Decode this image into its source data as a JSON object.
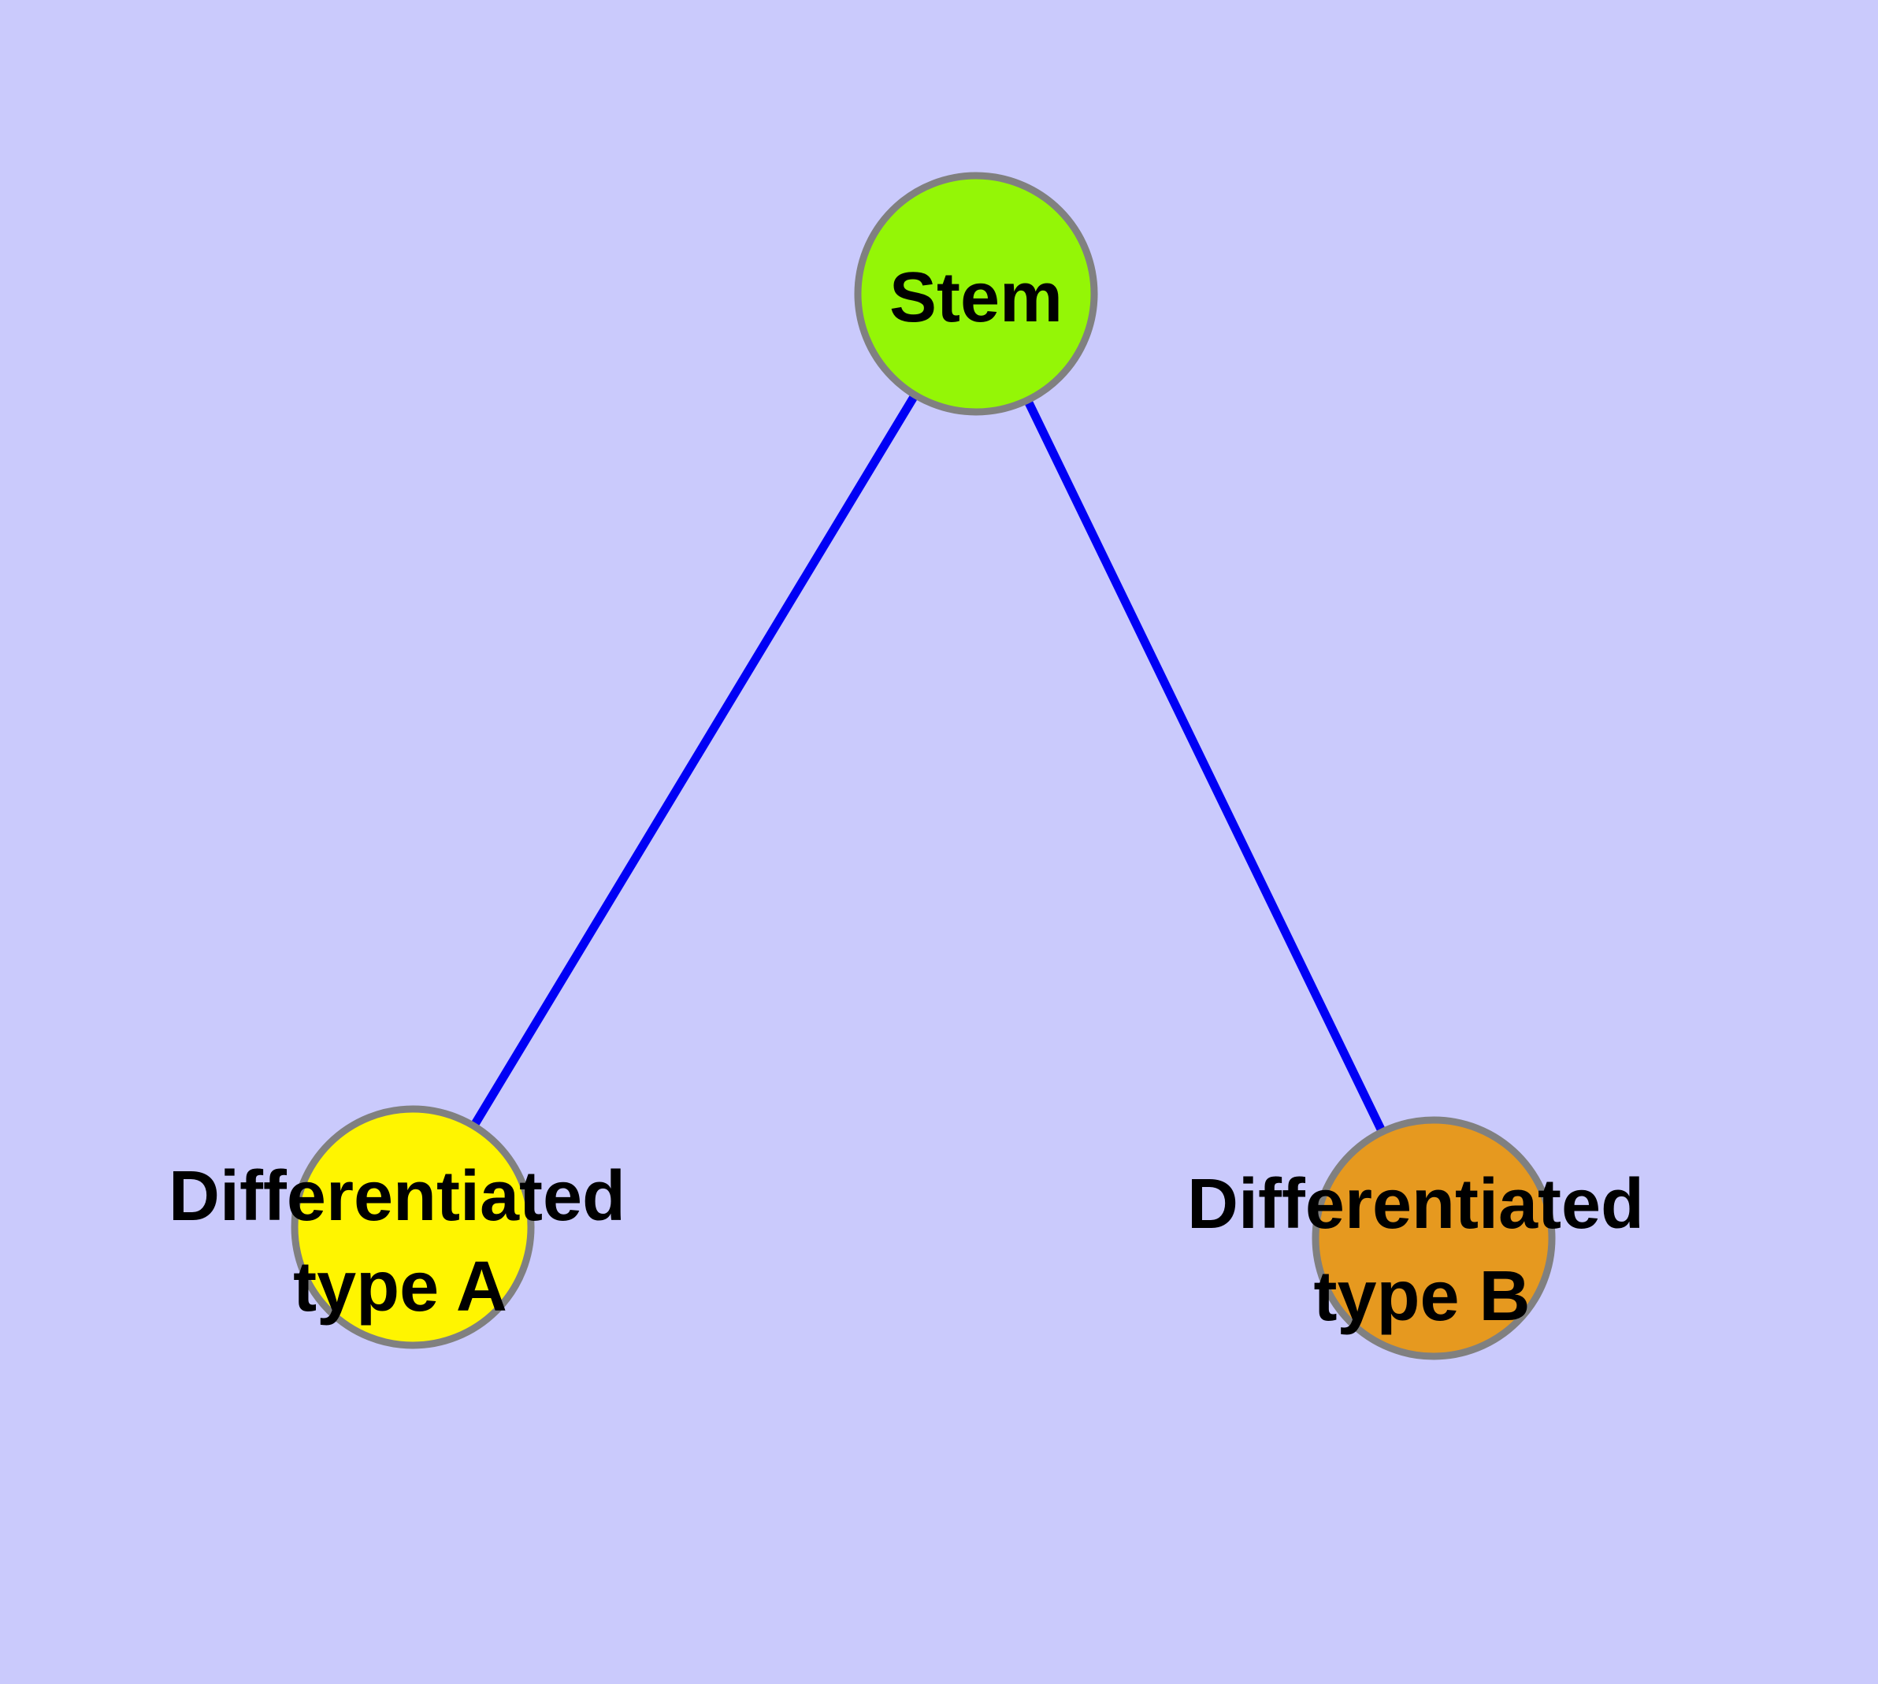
{
  "background_color": "#cacafc",
  "diagram": {
    "type": "node-link-graph",
    "edge_color": "#0000f5",
    "node_border_color": "#808080",
    "label_color": "#000000",
    "nodes": [
      {
        "id": "stem",
        "label": "Stem",
        "label_lines": [
          "Stem"
        ],
        "fill": "#94f606"
      },
      {
        "id": "type-a",
        "label": "Differentiated type A",
        "label_lines": [
          "Differentiated",
          "type A"
        ],
        "fill": "#fff500"
      },
      {
        "id": "type-b",
        "label": "Differentiated type B",
        "label_lines": [
          "Differentiated",
          "type B"
        ],
        "fill": "#e6991f"
      }
    ],
    "edges": [
      {
        "from": "stem",
        "to": "type-a"
      },
      {
        "from": "stem",
        "to": "type-b"
      }
    ]
  }
}
